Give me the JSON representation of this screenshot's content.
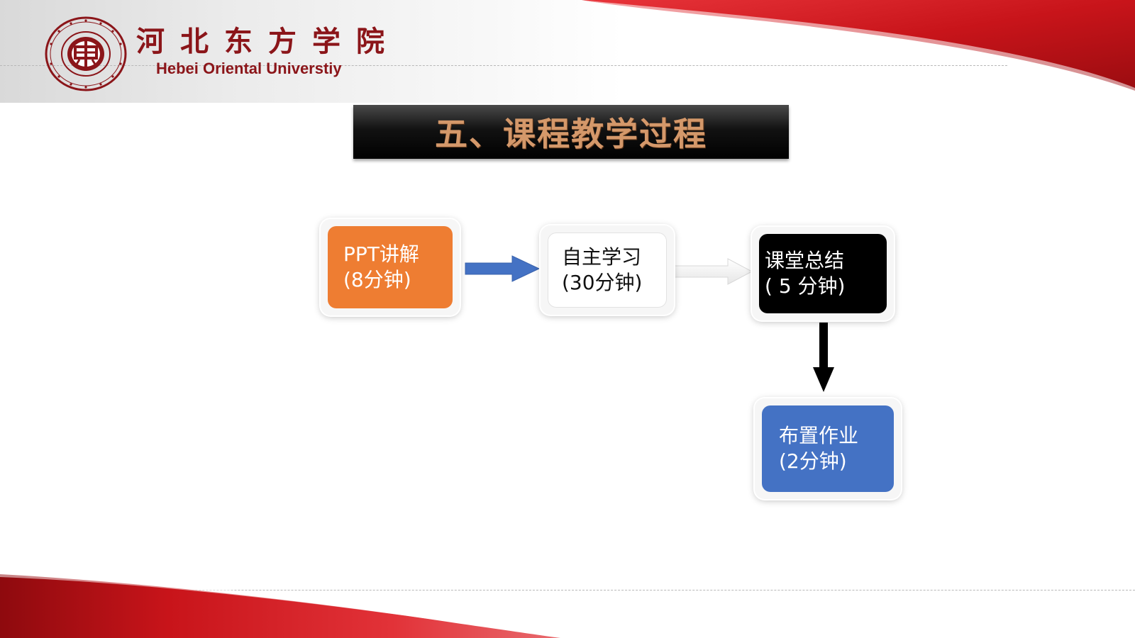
{
  "header": {
    "university_name_cn": "河北东方学院",
    "university_name_en": "Hebei Oriental Universtiy",
    "logo_icon": "university-seal"
  },
  "title": "五、课程教学过程",
  "process": {
    "steps": [
      {
        "label": "PPT讲解",
        "duration": "(8分钟)",
        "color": "#ee7d32"
      },
      {
        "label": "自主学习",
        "duration": "(30分钟)",
        "color": "#ffffff"
      },
      {
        "label": "课堂总结",
        "duration": "( 5 分钟)",
        "color": "#000000"
      },
      {
        "label": "布置作业",
        "duration": "(2分钟)",
        "color": "#4472c4"
      }
    ]
  },
  "colors": {
    "brand_red": "#8b1519",
    "swoosh_red": "#c8141a",
    "title_text": "#d4986a",
    "arrow_blue": "#4472c4",
    "arrow_black": "#000000"
  }
}
